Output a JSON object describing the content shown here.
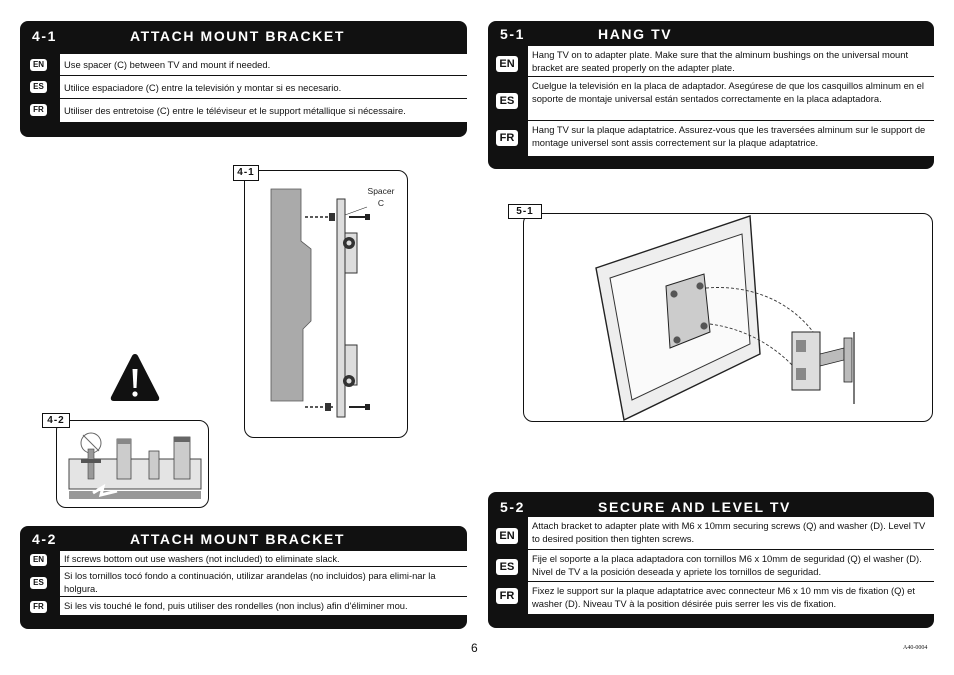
{
  "sections": {
    "s41": {
      "num": "4-1",
      "title": "ATTACH MOUNT BRACKET",
      "rows": [
        {
          "lang": "EN",
          "text": "Use spacer (C) between TV and mount if needed."
        },
        {
          "lang": "ES",
          "text": "Utilice espaciadore (C) entre la televisión y montar si es necesario."
        },
        {
          "lang": "FR",
          "text": "Utiliser des entretoise (C) entre le téléviseur et le support métallique si nécessaire."
        }
      ]
    },
    "s42": {
      "num": "4-2",
      "title": "ATTACH MOUNT BRACKET",
      "rows": [
        {
          "lang": "EN",
          "text": "If screws bottom out use washers (not included) to eliminate slack."
        },
        {
          "lang": "ES",
          "text": "Si los tornillos tocó fondo a continuación, utilizar arandelas (no incluidos) para elimi-nar la holgura."
        },
        {
          "lang": "FR",
          "text": "Si les vis touché le fond, puis utiliser des rondelles (non inclus) afin d'éliminer mou."
        }
      ]
    },
    "s51": {
      "num": "5-1",
      "title": "HANG TV",
      "rows": [
        {
          "lang": "EN",
          "text": "Hang TV on to adapter plate.  Make sure that the alminum bushings on the universal mount bracket are seated properly on the adapter plate."
        },
        {
          "lang": "ES",
          "text": "Cuelgue la televisión en la placa de adaptador. Asegúrese de que los casquillos alminum en el soporte de montaje universal están sentados correctamente en la placa adaptadora."
        },
        {
          "lang": "FR",
          "text": "Hang TV sur la plaque adaptatrice. Assurez-vous que les traversées alminum sur le support de montage universel sont assis correctement sur la plaque adaptatrice."
        }
      ]
    },
    "s52": {
      "num": "5-2",
      "title": "SECURE AND LEVEL TV",
      "rows": [
        {
          "lang": "EN",
          "text": "Attach bracket to adapter plate with M6 x 10mm securing screws (Q) and washer (D). Level TV to desired position then tighten screws."
        },
        {
          "lang": "ES",
          "text": "Fije el soporte a la placa adaptadora con tornillos M6 x 10mm de seguridad (Q) el washer (D).  Nivel de TV a la posición deseada y apriete los tornillos de seguridad."
        },
        {
          "lang": "FR",
          "text": "Fixez le support sur la plaque adaptatrice avec connecteur M6 x 10 mm vis de fixation (Q) et washer (D).  Niveau TV à la position désirée puis serrer les vis de fixation."
        }
      ]
    }
  },
  "figures": {
    "fig41": {
      "label": "4-1",
      "spacer_label": "Spacer",
      "spacer_letter": "C"
    },
    "fig42": {
      "label": "4-2"
    },
    "fig51": {
      "label": "5-1"
    }
  },
  "warning_icon": "exclamation-triangle-icon",
  "footer": {
    "page_number": "6",
    "doc_id": "A40-0004"
  }
}
